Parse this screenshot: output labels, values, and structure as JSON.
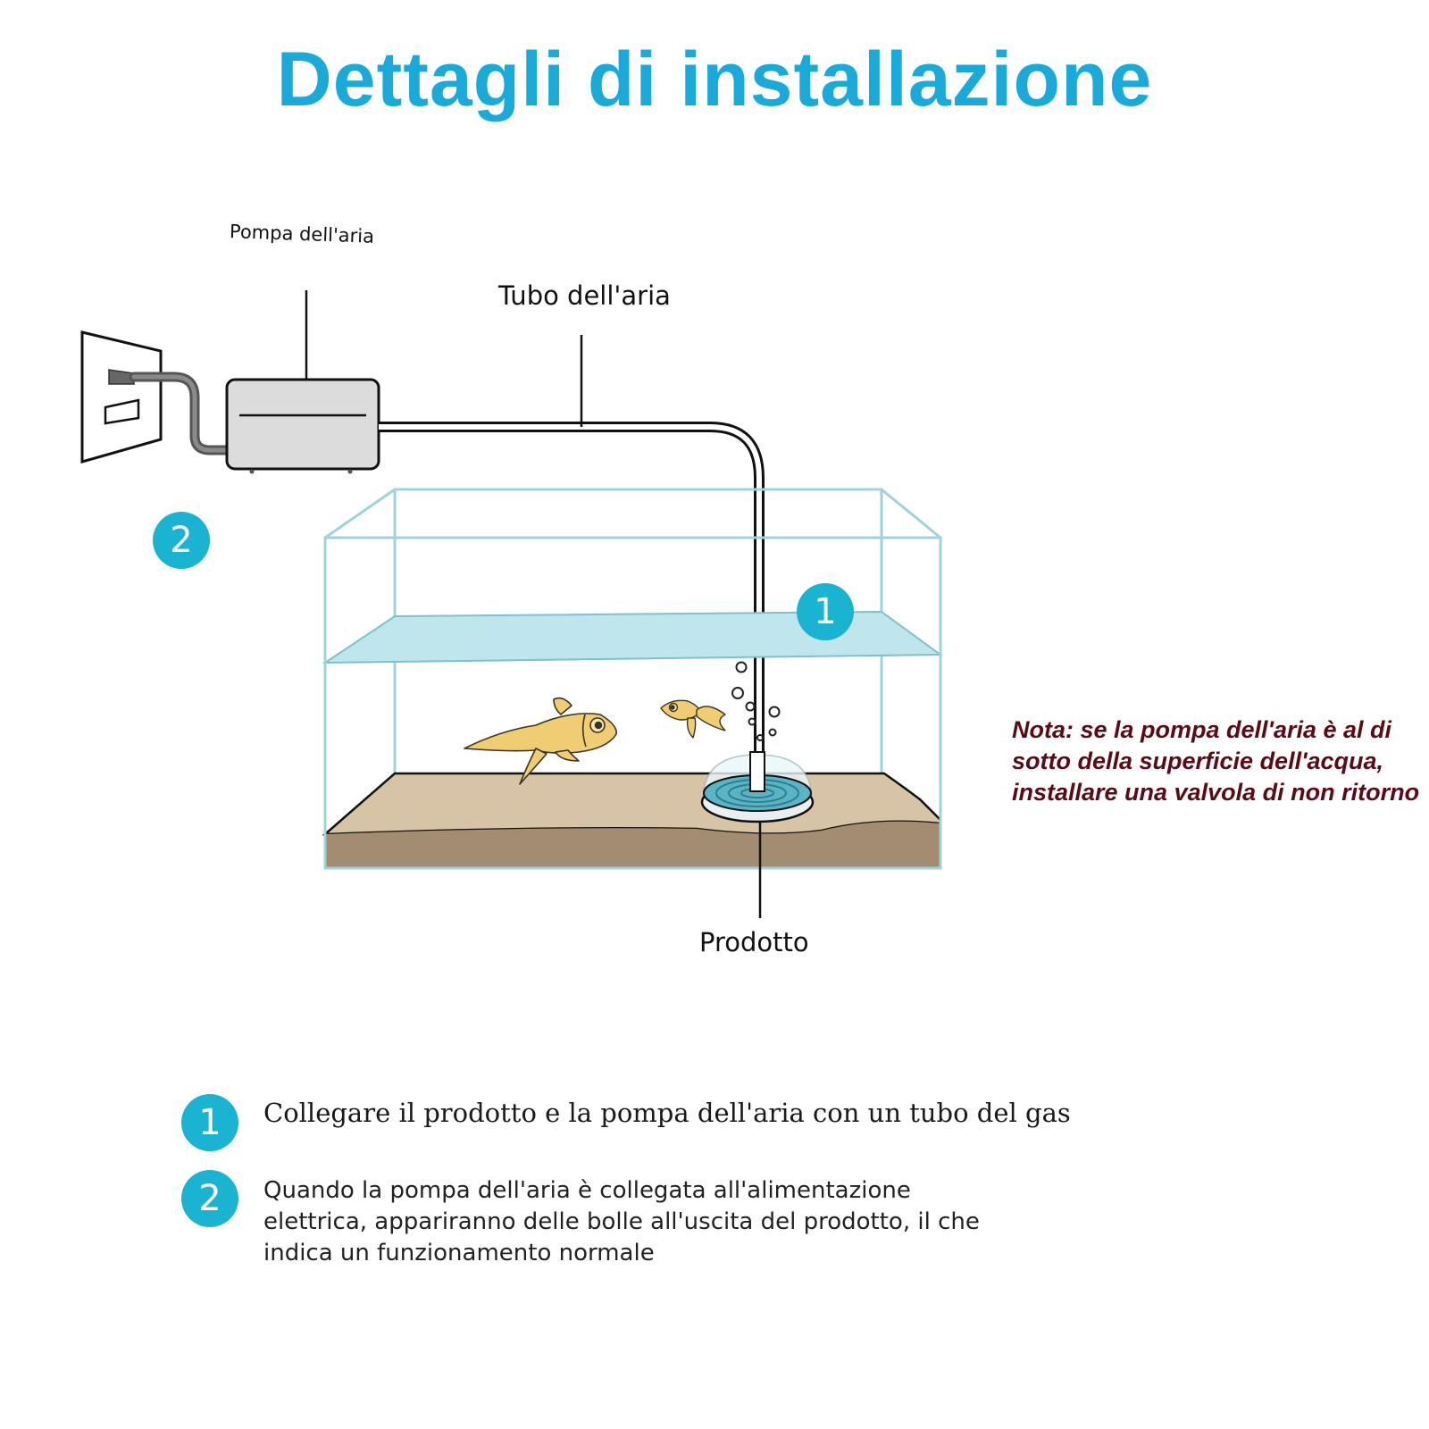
{
  "title": "Dettagli di installazione",
  "labels": {
    "pump": "Pompa dell'aria",
    "tube": "Tubo dell'aria",
    "product": "Prodotto"
  },
  "diagram_badges": [
    "1",
    "2"
  ],
  "note": "Nota: se la pompa dell'aria è al di sotto della superficie dell'acqua, installare una valvola di non ritorno",
  "steps": [
    {
      "number": "1",
      "text": "Collegare il prodotto e la pompa dell'aria con un tubo del gas"
    },
    {
      "number": "2",
      "text": "Quando la pompa dell'aria è collegata all'alimentazione elettrica, appariranno delle bolle all'uscita del prodotto, il che indica un funzionamento normale"
    }
  ],
  "colors": {
    "title": "#1aaad9",
    "badge": "#1bb3d2",
    "note": "#5a0b16",
    "water": "#bfe6ec",
    "sand": "#d7c4a6",
    "glass": "#9fd3da"
  },
  "icons": [
    "wall-outlet-icon",
    "air-pump-icon",
    "fish-icon",
    "air-stone-icon"
  ]
}
